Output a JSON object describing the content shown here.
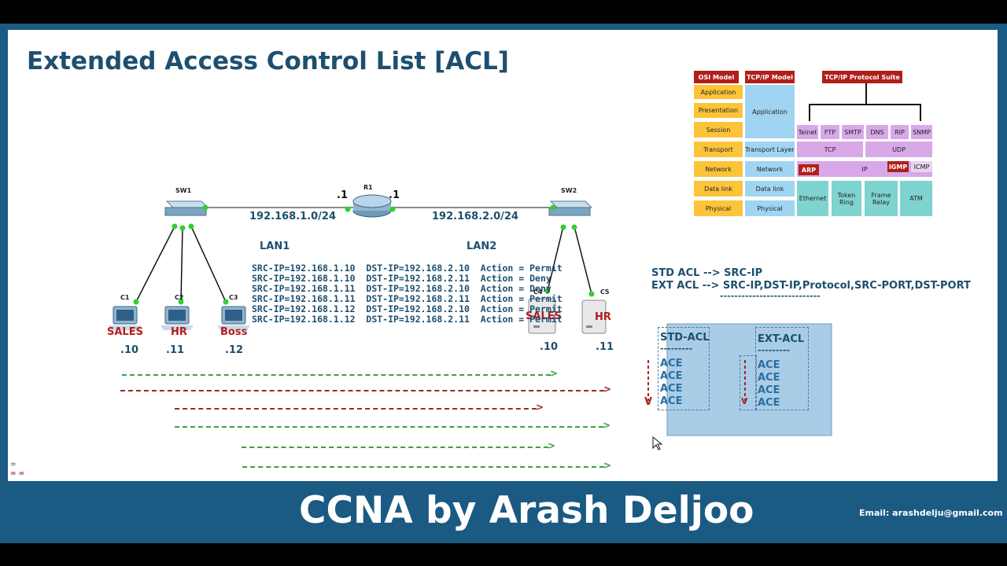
{
  "title": "Extended Access Control List [ACL]",
  "footer": {
    "title": "CCNA by Arash Deljoo",
    "email": "Email: arashdelju@gmail.com"
  },
  "topology": {
    "sw1": "SW1",
    "sw2": "SW2",
    "r1": "R1",
    "r1_left_ip": ".1",
    "r1_right_ip": ".1",
    "net_left": "192.168.1.0/24",
    "net_right": "192.168.2.0/24",
    "lan1": "LAN1",
    "lan2": "LAN2",
    "hosts": [
      {
        "id": "C1",
        "name": "SALES",
        "ip": ".10"
      },
      {
        "id": "C2",
        "name": "HR",
        "ip": ".11"
      },
      {
        "id": "C3",
        "name": "Boss",
        "ip": ".12"
      },
      {
        "id": "C4",
        "name": "SALES",
        "ip": ".10"
      },
      {
        "id": "C5",
        "name": "HR",
        "ip": ".11"
      }
    ]
  },
  "acl_rules": [
    "SRC-IP=192.168.1.10  DST-IP=192.168.2.10  Action = Permit",
    "SRC-IP=192.168.1.10  DST-IP=192.168.2.11  Action = Deny",
    "SRC-IP=192.168.1.11  DST-IP=192.168.2.10  Action = Deny",
    "SRC-IP=192.168.1.11  DST-IP=192.168.2.11  Action = Permit",
    "SRC-IP=192.168.1.12  DST-IP=192.168.2.10  Action = Permit",
    "SRC-IP=192.168.1.12  DST-IP=192.168.2.11  Action = Permit"
  ],
  "acl_types": {
    "std": "STD ACL --> SRC-IP",
    "ext": "EXT ACL --> SRC-IP,DST-IP,Protocol,SRC-PORT,DST-PORT",
    "underline": "----------------------------"
  },
  "ace_panel": {
    "std_title": "STD-ACL",
    "ext_title": "EXT-ACL",
    "dashes": "---------",
    "ace": "ACE",
    "arrow_head": "V"
  },
  "osi": {
    "headers": {
      "osi": "OSI Model",
      "tcpip": "TCP/IP Model",
      "suite": "TCP/IP Protocol Suite"
    },
    "osi_layers": [
      "Application",
      "Presentation",
      "Session",
      "Transport",
      "Network",
      "Data link",
      "Physical"
    ],
    "tcpip_layers": {
      "application": "Application",
      "transport": "Transport Layer",
      "network": "Network",
      "datalink": "Data link",
      "physical": "Physical"
    },
    "app_protocols": [
      "Telnet",
      "FTP",
      "SMTP",
      "DNS",
      "RIP",
      "SNMP"
    ],
    "tcp": "TCP",
    "udp": "UDP",
    "arp": "ARP",
    "ip": "IP",
    "igmp": "IGMP",
    "icmp": "ICMP",
    "link": [
      "Ethernet",
      "Token Ring",
      "Frame Relay",
      "ATM"
    ]
  },
  "legend_marks": [
    "=",
    "= ="
  ],
  "colors": {
    "brand": "#1a5a83",
    "title": "#1d4f6f",
    "green": "#3aa23a",
    "red": "#a02828"
  }
}
